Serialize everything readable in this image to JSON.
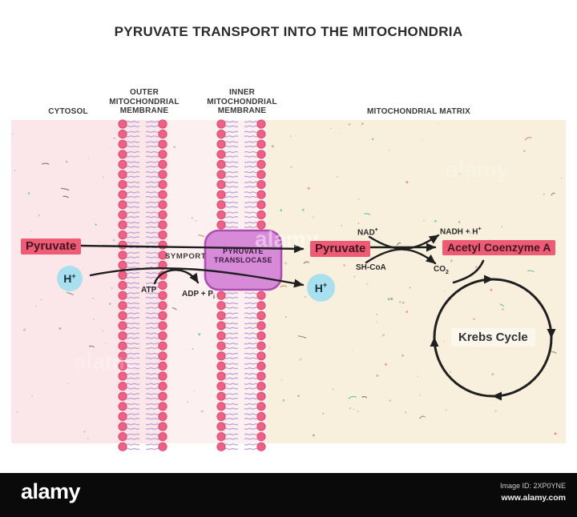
{
  "title": "PYRUVATE TRANSPORT INTO THE MITOCHONDRIA",
  "regions": {
    "cytosol": "CYTOSOL",
    "outer_membrane": [
      "OUTER",
      "MITOCHONDRIAL",
      "MEMBRANE"
    ],
    "inner_membrane": [
      "INNER",
      "MITOCHONDRIAL",
      "MEMBRANE"
    ],
    "matrix": "MITOCHONDRIAL MATRIX"
  },
  "labels": {
    "pyruvate_cytosol": "Pyruvate",
    "pyruvate_matrix": "Pyruvate",
    "acetyl_coa": "Acetyl Coenzyme A",
    "h": {
      "base": "H",
      "sup": "+"
    },
    "symport": "SYMPORT",
    "translocase": {
      "line1": "PYRUVATE",
      "line2": "TRANSLOCASE"
    },
    "atp": "ATP",
    "adp": {
      "base": "ADP + P",
      "sub": "i"
    },
    "nad": {
      "base": "NAD",
      "sup": "+"
    },
    "nadh": {
      "base": "NADH + H",
      "sup": "+"
    },
    "sh_coa": "SH-CoA",
    "co2": {
      "base": "CO",
      "sub": "2"
    },
    "krebs_cycle": "Krebs Cycle"
  },
  "watermark_text": "alamy",
  "footer": {
    "logo": "alamy",
    "image_id": "Image ID: 2XP0YNE",
    "url": "www.alamy.com"
  },
  "colors": {
    "highlight_red": "#ee5b74",
    "h_circle_blue": "#a9e0ef",
    "translocase_fill": "#d78ad8",
    "translocase_stroke": "#ae4fb0",
    "membrane_head_fill": "#ec6186",
    "membrane_head_stroke": "#dd4a71",
    "membrane_tail": "#c0a3d6",
    "arrow_dark": "#1f1f1f",
    "cytosol_bg": "#fbe7e9",
    "intermembrane_bg": "#fdf0f1",
    "matrix_bg": "#f8f0dd",
    "footer_bg": "#0a0a0a"
  }
}
